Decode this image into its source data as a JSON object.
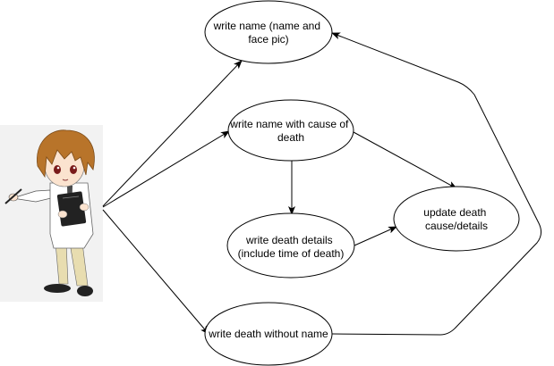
{
  "actor": {
    "icon": "anime-character-holding-notebook-icon"
  },
  "nodes": {
    "write_name": {
      "lines": [
        "write name (name and",
        "face pic)"
      ]
    },
    "write_cause": {
      "lines": [
        "write name with cause of",
        "death"
      ]
    },
    "write_details": {
      "lines": [
        "write death details",
        "(include time of death)"
      ]
    },
    "update_death": {
      "lines": [
        "update death",
        "cause/details"
      ]
    },
    "write_without_name": {
      "lines": [
        "write death without name"
      ]
    }
  },
  "colors": {
    "stroke": "#000000",
    "fill": "#ffffff",
    "hair": "#b8742a",
    "skin": "#fbe3cf",
    "shirt": "#ffffff",
    "tie": "#4a4a4a",
    "pants": "#e8ddb0",
    "notebook": "#222222",
    "shoes": "#222222",
    "actor_bg": "#f2f2f2"
  }
}
